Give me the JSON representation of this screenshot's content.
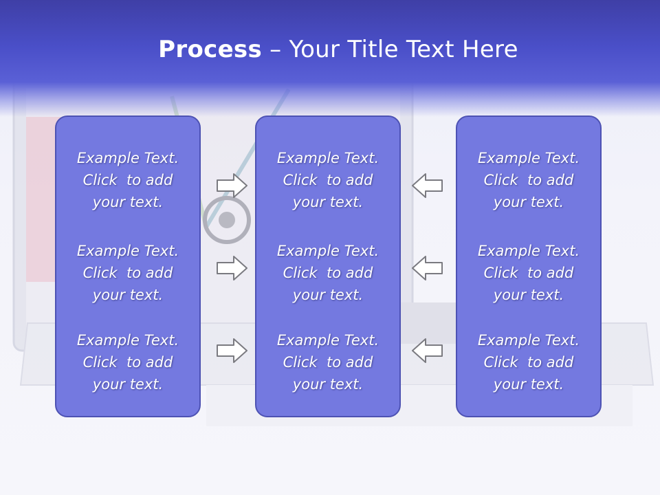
{
  "slide": {
    "title_bold": "Process",
    "title_rest": " – Your Title Text Here"
  },
  "columns": [
    {
      "items": [
        {
          "line1": "Example Text.",
          "line2": "Click  to add",
          "line3": "your text."
        },
        {
          "line1": "Example Text.",
          "line2": "Click  to add",
          "line3": "your text."
        },
        {
          "line1": "Example Text.",
          "line2": "Click  to add",
          "line3": "your text."
        }
      ]
    },
    {
      "items": [
        {
          "line1": "Example Text.",
          "line2": "Click  to add",
          "line3": "your text."
        },
        {
          "line1": "Example Text.",
          "line2": "Click  to add",
          "line3": "your text."
        },
        {
          "line1": "Example Text.",
          "line2": "Click  to add",
          "line3": "your text."
        }
      ]
    },
    {
      "items": [
        {
          "line1": "Example Text.",
          "line2": "Click  to add",
          "line3": "your text."
        },
        {
          "line1": "Example Text.",
          "line2": "Click  to add",
          "line3": "your text."
        },
        {
          "line1": "Example Text.",
          "line2": "Click  to add",
          "line3": "your text."
        }
      ]
    }
  ],
  "arrows": {
    "left_group": [
      "arrow-right-icon",
      "arrow-right-icon",
      "arrow-right-icon"
    ],
    "right_group": [
      "arrow-left-icon",
      "arrow-left-icon",
      "arrow-left-icon"
    ]
  },
  "colors": {
    "title_band": "#4a4fc8",
    "panel_fill": "#7479e0",
    "panel_border": "#4d52b3",
    "text": "#ffffff"
  }
}
